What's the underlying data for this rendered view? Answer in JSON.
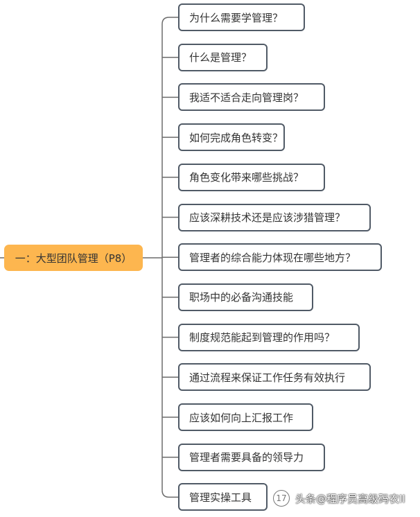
{
  "root": {
    "label": "一：大型团队管理（P8）"
  },
  "children": [
    "为什么需要学管理？",
    "什么是管理？",
    "我适不适合走向管理岗？",
    "如何完成角色转变？",
    "角色变化带来哪些挑战？",
    "应该深耕技术还是应该涉猎管理？",
    "管理者的综合能力体现在哪些地方？",
    "职场中的必备沟通技能",
    "制度规范能起到管理的作用吗？",
    "通过流程来保证工作任务有效执行",
    "应该如何向上汇报工作",
    "管理者需要具备的领导力",
    "管理实操工具"
  ],
  "watermark": {
    "badge": "17",
    "text": "头条@程序员高级码农II"
  },
  "colors": {
    "root_fill": "#fdb64f",
    "node_border": "#505a66",
    "line": "#6b6b6b"
  }
}
